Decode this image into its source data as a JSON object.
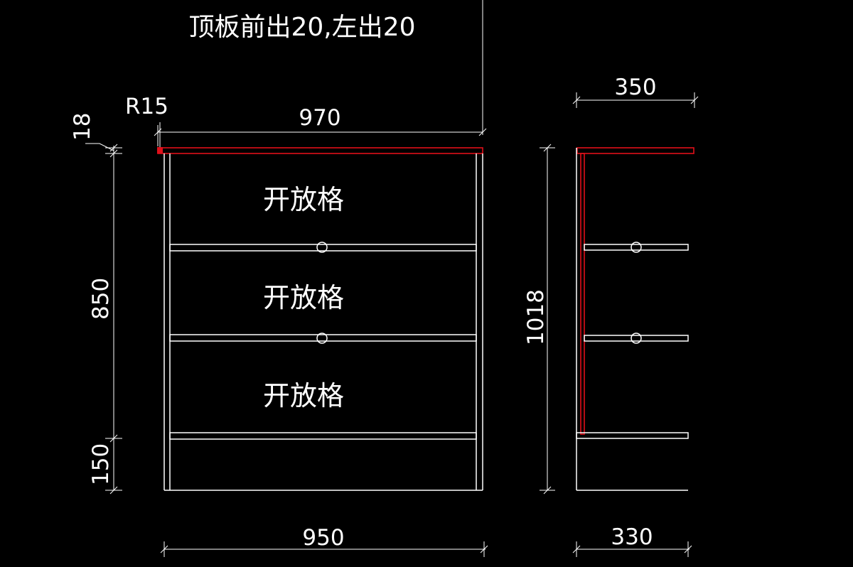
{
  "title": "顶板前出20,左出20",
  "front_view": {
    "radius_label": "R15",
    "top_thickness_label": "18",
    "top_width_label": "970",
    "body_height_label": "850",
    "plinth_height_label": "150",
    "body_width_label": "950",
    "compartments": [
      "开放格",
      "开放格",
      "开放格"
    ]
  },
  "side_view": {
    "top_depth_label": "350",
    "total_height_label": "1018",
    "body_depth_label": "330"
  },
  "colors": {
    "background": "#000000",
    "line": "#ffffff",
    "highlight": "#e0101a"
  }
}
